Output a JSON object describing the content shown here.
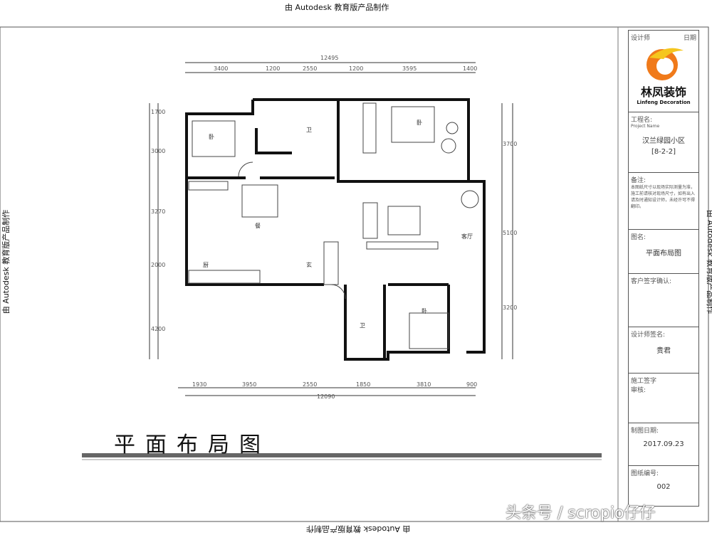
{
  "watermark": "由 Autodesk 教育版产品制作",
  "plan_title": "平面布局图",
  "credit": "头条号 / scropio仔仔",
  "dimensions": {
    "top_total": "12495",
    "top": [
      "3400",
      "1200",
      "2550",
      "1200",
      "3595",
      "1400"
    ],
    "bottom": [
      "1930",
      "3950",
      "2550",
      "1850",
      "3810",
      "900"
    ],
    "bottom_total": "12090",
    "left": [
      "1700",
      "3000",
      "3270",
      "2000",
      "4200"
    ],
    "right": [
      "3700",
      "5100",
      "3200"
    ]
  },
  "rooms": {
    "bed1": "卧",
    "bed2": "卧",
    "bed3": "卧",
    "living": "客厅",
    "dining": "餐",
    "kitchen": "厨",
    "bath1": "卫",
    "bath2": "卫",
    "hall": "玄"
  },
  "title_block": {
    "top_left": "设计师",
    "top_right": "日期",
    "logo_cn": "林凤装饰",
    "logo_en": "Linfeng Decoration",
    "project_label": "工程名:",
    "project_sub": "Project Name",
    "project_name": "汉兰绿园小区",
    "project_unit": "[8-2-2]",
    "notes_label": "备注:",
    "notes": "本图纸尺寸以现场实际测量为准，施工前请核对现场尺寸，如有出入请及时通知设计师，未经许可不得翻印。",
    "drawing_label": "图名:",
    "drawing_name": "平面布局图",
    "client_label": "客户签字确认:",
    "designer_label": "设计师签名:",
    "designer_name": "贵君",
    "construction_label": "施工签字",
    "review_label": "审核:",
    "date_label": "制图日期:",
    "date": "2017.09.23",
    "number_label": "图纸编号:",
    "number": "002"
  },
  "colors": {
    "logo_orange": "#f07a1a",
    "logo_yellow": "#f5c61e",
    "wall": "#111111"
  }
}
